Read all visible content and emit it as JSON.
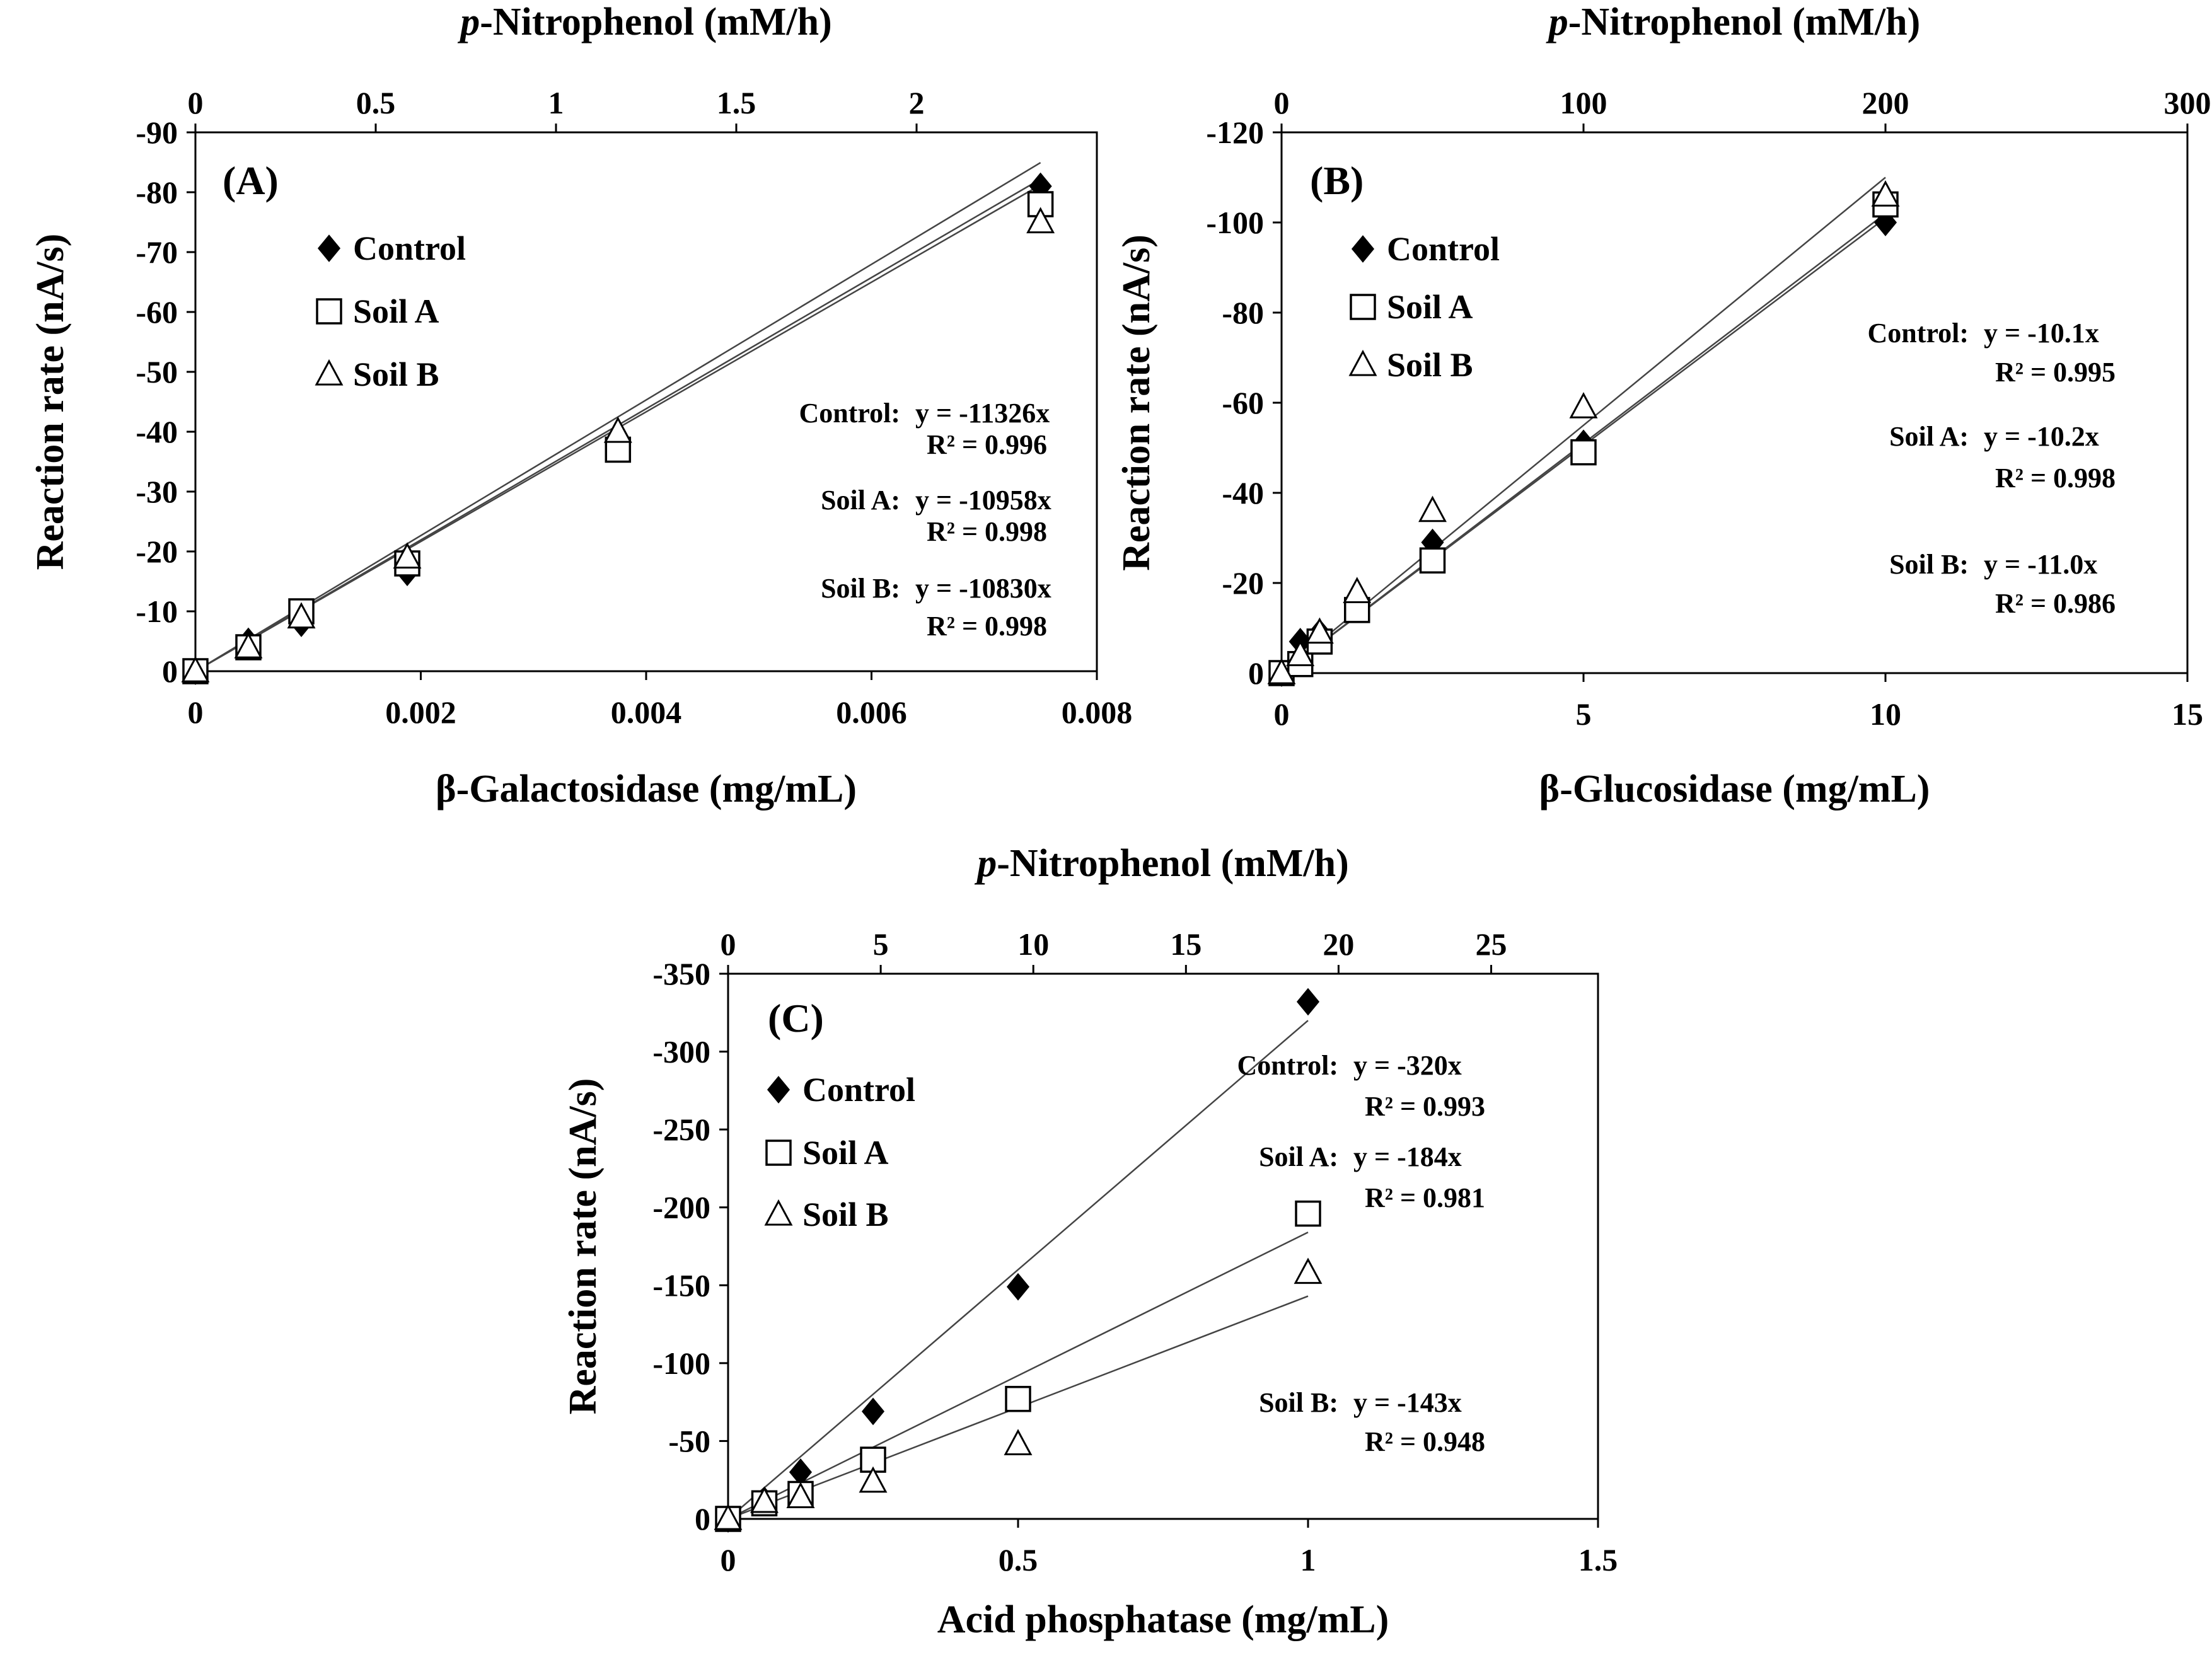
{
  "chart_data": [
    {
      "id": "A",
      "type": "scatter",
      "panel_label": "(A)",
      "xlabel": "β-Galactosidase (mg/mL)",
      "ylabel": "Reaction rate (nA/s)",
      "x2label_italic": "p",
      "x2label_rest": "-Nitrophenol (mM/h)",
      "xlim": [
        0,
        0.008
      ],
      "xticks": [
        "0",
        "0.002",
        "0.004",
        "0.006",
        "0.008"
      ],
      "ylim": [
        0,
        -90
      ],
      "yticks": [
        "0",
        "-10",
        "-20",
        "-30",
        "-40",
        "-50",
        "-60",
        "-70",
        "-80",
        "-90"
      ],
      "x2lim": [
        0,
        2.5
      ],
      "x2ticks": [
        "0",
        "0.5",
        "1",
        "1.5",
        "2"
      ],
      "legend": [
        "Control",
        "Soil A",
        "Soil B"
      ],
      "series": [
        {
          "name": "Control",
          "marker": "diamond",
          "slope": -11326,
          "x": [
            0,
            0.00047,
            0.00094,
            0.00188,
            0.00375,
            0.0075
          ],
          "y": [
            0,
            -5,
            -8,
            -16.5,
            -39,
            -81
          ]
        },
        {
          "name": "Soil A",
          "marker": "square",
          "slope": -10958,
          "x": [
            0,
            0.00047,
            0.00094,
            0.00188,
            0.00375,
            0.0075
          ],
          "y": [
            0,
            -4,
            -10,
            -18,
            -37,
            -78
          ]
        },
        {
          "name": "Soil B",
          "marker": "triangle",
          "slope": -10830,
          "x": [
            0,
            0.00047,
            0.00094,
            0.00188,
            0.00375,
            0.0075
          ],
          "y": [
            0,
            -4,
            -9,
            -19,
            -40,
            -75
          ]
        }
      ],
      "equations": [
        {
          "series": "Control",
          "label": "Control:",
          "eq": "y = -11326x",
          "r2": "R² = 0.996"
        },
        {
          "series": "Soil A",
          "label": "Soil A:",
          "eq": "y = -10958x",
          "r2": "R² = 0.998"
        },
        {
          "series": "Soil B",
          "label": "Soil B:",
          "eq": "y = -10830x",
          "r2": "R² = 0.998"
        }
      ]
    },
    {
      "id": "B",
      "type": "scatter",
      "panel_label": "(B)",
      "xlabel": "β-Glucosidase (mg/mL)",
      "ylabel": "Reaction rate (nA/s)",
      "x2label_italic": "p",
      "x2label_rest": "-Nitrophenol (mM/h)",
      "xlim": [
        0,
        15
      ],
      "xticks": [
        "0",
        "5",
        "10",
        "15"
      ],
      "ylim": [
        0,
        -120
      ],
      "yticks": [
        "0",
        "-20",
        "-40",
        "-60",
        "-80",
        "-100",
        "-120"
      ],
      "x2lim": [
        0,
        300
      ],
      "x2ticks": [
        "0",
        "100",
        "200",
        "300"
      ],
      "legend": [
        "Control",
        "Soil A",
        "Soil B"
      ],
      "series": [
        {
          "name": "Control",
          "marker": "diamond",
          "slope": -10.1,
          "x": [
            0,
            0.31,
            0.63,
            1.25,
            2.5,
            5,
            10
          ],
          "y": [
            0,
            -7,
            -9,
            -15,
            -29,
            -51,
            -100
          ]
        },
        {
          "name": "Soil A",
          "marker": "square",
          "slope": -10.2,
          "x": [
            0,
            0.31,
            0.63,
            1.25,
            2.5,
            5,
            10
          ],
          "y": [
            0,
            -2,
            -7,
            -14,
            -25,
            -49,
            -104
          ]
        },
        {
          "name": "Soil B",
          "marker": "triangle",
          "slope": -11.0,
          "x": [
            0,
            0.31,
            0.63,
            1.25,
            2.5,
            5,
            10
          ],
          "y": [
            0,
            -4,
            -9,
            -18,
            -36,
            -59,
            -106
          ]
        }
      ],
      "equations": [
        {
          "series": "Control",
          "label": "Control:",
          "eq": "y = -10.1x",
          "r2": "R² = 0.995"
        },
        {
          "series": "Soil A",
          "label": "Soil A:",
          "eq": "y = -10.2x",
          "r2": "R² = 0.998"
        },
        {
          "series": "Soil B",
          "label": "Soil B:",
          "eq": "y = -11.0x",
          "r2": "R² = 0.986"
        }
      ]
    },
    {
      "id": "C",
      "type": "scatter",
      "panel_label": "(C)",
      "xlabel": "Acid phosphatase (mg/mL)",
      "ylabel": "Reaction rate (nA/s)",
      "x2label_italic": "p",
      "x2label_rest": "-Nitrophenol (mM/h)",
      "xlim": [
        0,
        1.5
      ],
      "xticks": [
        "0",
        "0.5",
        "1",
        "1.5"
      ],
      "ylim": [
        0,
        -350
      ],
      "yticks": [
        "0",
        "-50",
        "-100",
        "-150",
        "-200",
        "-250",
        "-300",
        "-350"
      ],
      "x2lim": [
        0,
        28.5
      ],
      "x2ticks": [
        "0",
        "5",
        "10",
        "15",
        "20",
        "25"
      ],
      "legend": [
        "Control",
        "Soil A",
        "Soil B"
      ],
      "series": [
        {
          "name": "Control",
          "marker": "diamond",
          "slope": -320,
          "x": [
            0,
            0.0625,
            0.125,
            0.25,
            0.5,
            1.0
          ],
          "y": [
            0,
            -12,
            -30,
            -69,
            -149,
            -332
          ]
        },
        {
          "name": "Soil A",
          "marker": "square",
          "slope": -184,
          "x": [
            0,
            0.0625,
            0.125,
            0.25,
            0.5,
            1.0
          ],
          "y": [
            0,
            -10,
            -16,
            -38,
            -77,
            -196
          ]
        },
        {
          "name": "Soil B",
          "marker": "triangle",
          "slope": -143,
          "x": [
            0,
            0.0625,
            0.125,
            0.25,
            0.5,
            1.0
          ],
          "y": [
            0,
            -11,
            -14,
            -24,
            -48,
            -158
          ]
        }
      ],
      "equations": [
        {
          "series": "Control",
          "label": "Control:",
          "eq": "y = -320x",
          "r2": "R² = 0.993"
        },
        {
          "series": "Soil A",
          "label": "Soil A:",
          "eq": "y = -184x",
          "r2": "R² = 0.981"
        },
        {
          "series": "Soil B",
          "label": "Soil B:",
          "eq": "y = -143x",
          "r2": "R² = 0.948"
        }
      ]
    }
  ]
}
